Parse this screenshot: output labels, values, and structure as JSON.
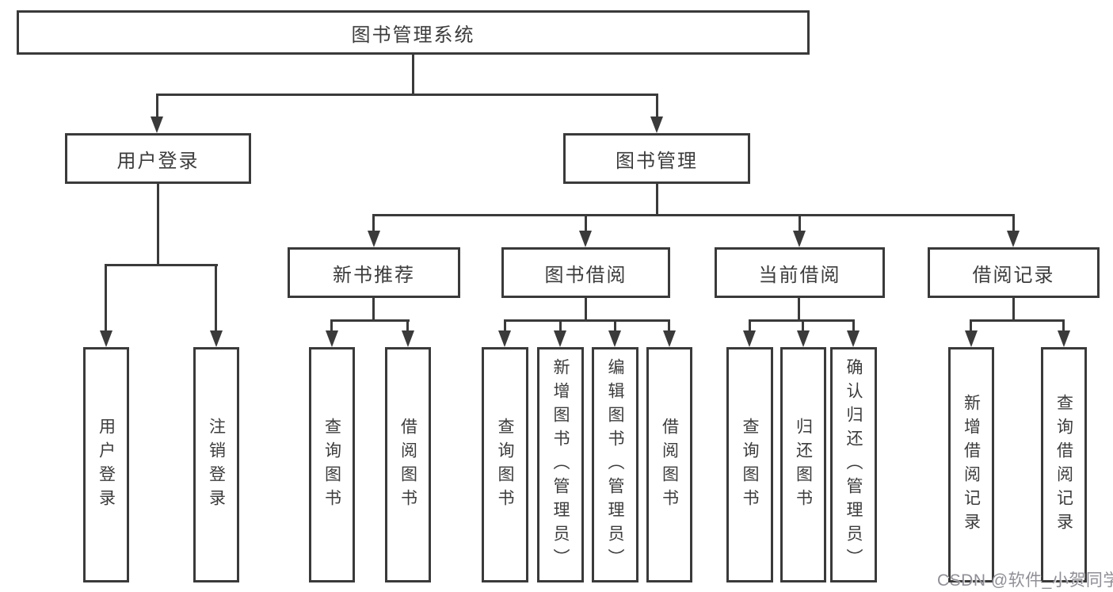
{
  "colors": {
    "line": "#3a3a3a",
    "box_border": "#3a3a3a",
    "text": "#3c3c3c",
    "background": "#ffffff",
    "watermark": "#8f8f96"
  },
  "watermark": {
    "text": "CSDN @软件_小贺同学"
  },
  "diagram": {
    "root": {
      "label": "图书管理系统"
    },
    "branches": [
      {
        "label": "用户登录",
        "children": [
          {
            "label": "用户登录"
          },
          {
            "label": "注销登录"
          }
        ]
      },
      {
        "label": "图书管理",
        "children": [
          {
            "label": "新书推荐",
            "children": [
              {
                "label": "查询图书"
              },
              {
                "label": "借阅图书"
              }
            ]
          },
          {
            "label": "图书借阅",
            "children": [
              {
                "label": "查询图书"
              },
              {
                "label": "新增图书（管理员）"
              },
              {
                "label": "编辑图书（管理员）"
              },
              {
                "label": "借阅图书"
              }
            ]
          },
          {
            "label": "当前借阅",
            "children": [
              {
                "label": "查询图书"
              },
              {
                "label": "归还图书"
              },
              {
                "label": "确认归还（管理员）"
              }
            ]
          },
          {
            "label": "借阅记录",
            "children": [
              {
                "label": "新增借阅记录"
              },
              {
                "label": "查询借阅记录"
              }
            ]
          }
        ]
      }
    ]
  }
}
